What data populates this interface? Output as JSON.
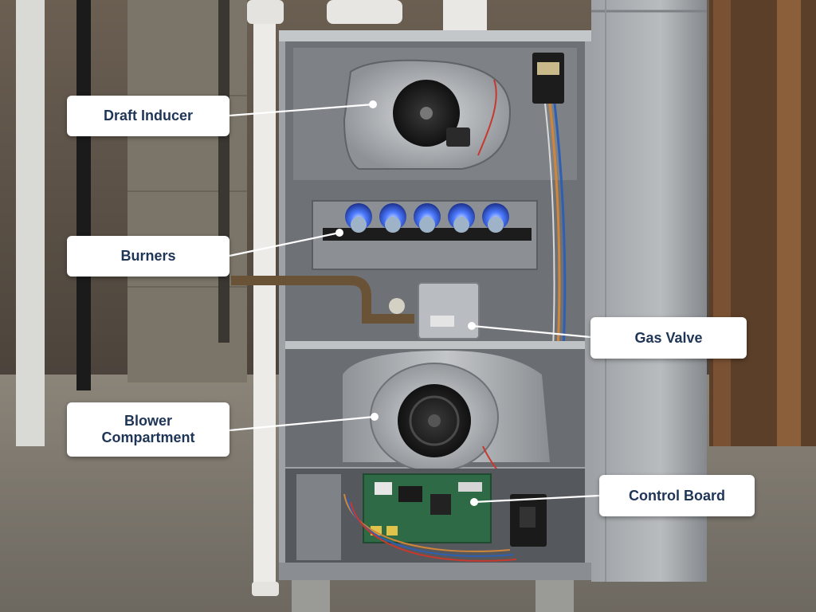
{
  "image": {
    "subject": "open gas furnace with labeled components"
  },
  "callouts": {
    "draft_inducer": "Draft Inducer",
    "burners": "Burners",
    "gas_valve": "Gas Valve",
    "blower_compartment": "Blower\nCompartment",
    "control_board": "Control Board"
  },
  "colors": {
    "label_text": "#1f3557",
    "label_bg": "#ffffff",
    "leader_line": "#ffffff",
    "flame": "#3d6bff",
    "cabinet": "#a9adb1"
  }
}
